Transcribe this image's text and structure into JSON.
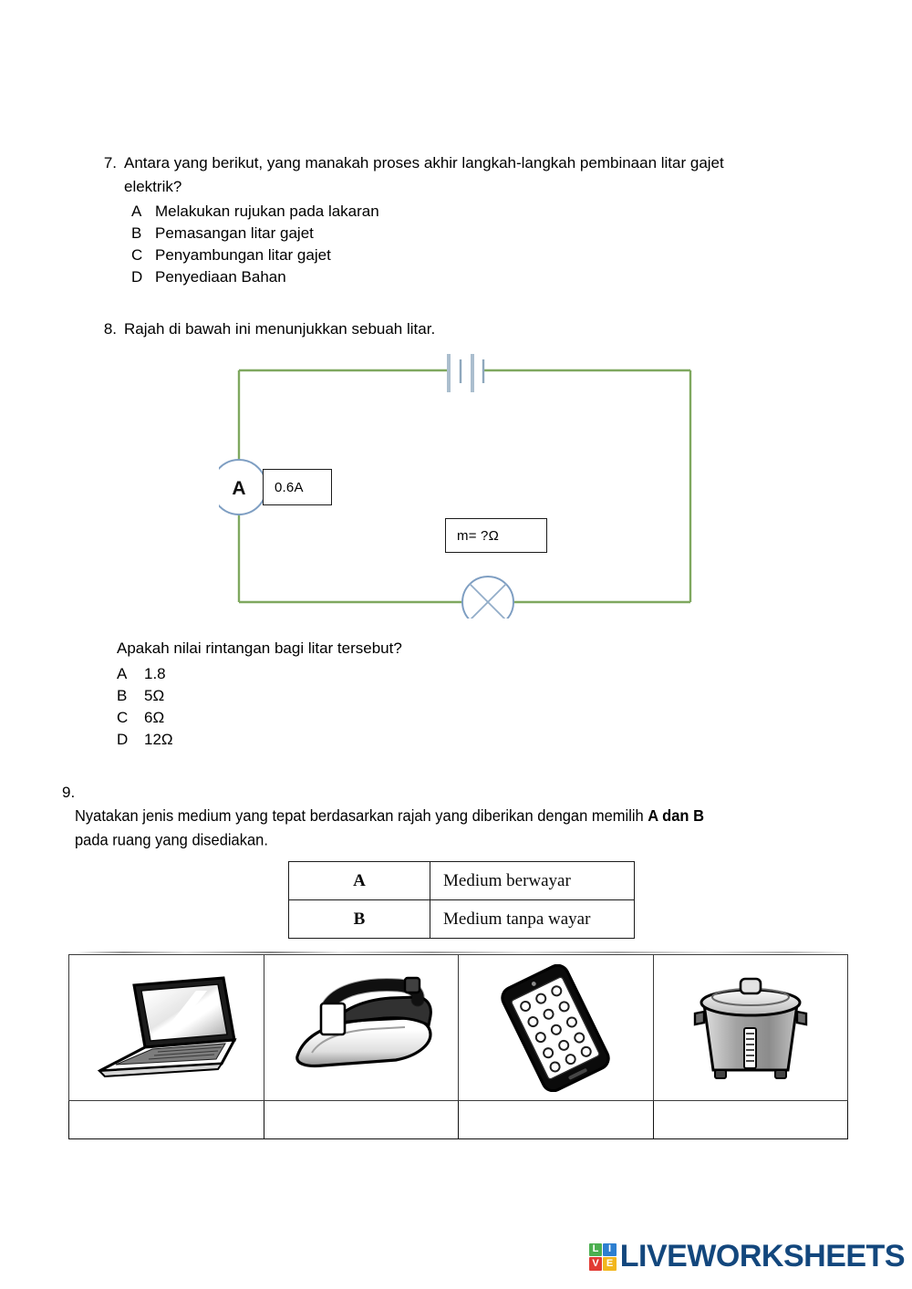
{
  "page": {
    "background": "#ffffff"
  },
  "questions": [
    {
      "number": "7.",
      "stem_line1": "Antara yang berikut, yang manakah proses akhir langkah-langkah pembinaan litar gajet",
      "stem_line2": "elektrik?",
      "options": [
        {
          "letter": "A",
          "text": "Melakukan rujukan pada lakaran"
        },
        {
          "letter": "B",
          "text": "Pemasangan litar gajet"
        },
        {
          "letter": "C",
          "text": "Penyambungan litar gajet"
        },
        {
          "letter": "D",
          "text": "Penyediaan Bahan"
        }
      ]
    },
    {
      "number": "8.",
      "stem_line1": "Rajah di bawah ini menunjukkan sebuah litar.",
      "prompt": "Apakah nilai rintangan bagi litar tersebut?",
      "options": [
        {
          "letter": "A",
          "text": "1.8"
        },
        {
          "letter": "B",
          "text": "5Ω"
        },
        {
          "letter": "C",
          "text": "6Ω"
        },
        {
          "letter": "D",
          "text": "12Ω"
        }
      ]
    },
    {
      "number": "9.",
      "stem_line1": "Nyatakan jenis medium yang tepat berdasarkan rajah yang diberikan dengan memilih ",
      "stem_bold": "A dan B",
      "stem_line2": "pada ruang yang disediakan."
    }
  ],
  "circuit": {
    "wire_color": "#7fa85f",
    "symbol_color": "#7fa0b8",
    "ammeter_label": "A",
    "ammeter_value": "0.6A",
    "resistance_label": "m=  ?Ω",
    "battery_name": "battery-symbol",
    "lamp_name": "lamp-symbol"
  },
  "medium_table": {
    "rows": [
      {
        "key": "A",
        "value": "Medium berwayar"
      },
      {
        "key": "B",
        "value": "Medium tanpa wayar"
      }
    ]
  },
  "device_table": {
    "devices": [
      {
        "name": "laptop",
        "answer": ""
      },
      {
        "name": "clothes-iron",
        "answer": ""
      },
      {
        "name": "smartphone",
        "answer": ""
      },
      {
        "name": "rice-cooker",
        "answer": ""
      }
    ]
  },
  "footer": {
    "logo_cells": [
      {
        "letter": "L",
        "color": "#4caf50"
      },
      {
        "letter": "I",
        "color": "#2d7fd0"
      },
      {
        "letter": "V",
        "color": "#e23b34"
      },
      {
        "letter": "E",
        "color": "#f2b61d"
      }
    ],
    "brand": "LIVEWORKSHEETS",
    "brand_color": "#13477d"
  }
}
